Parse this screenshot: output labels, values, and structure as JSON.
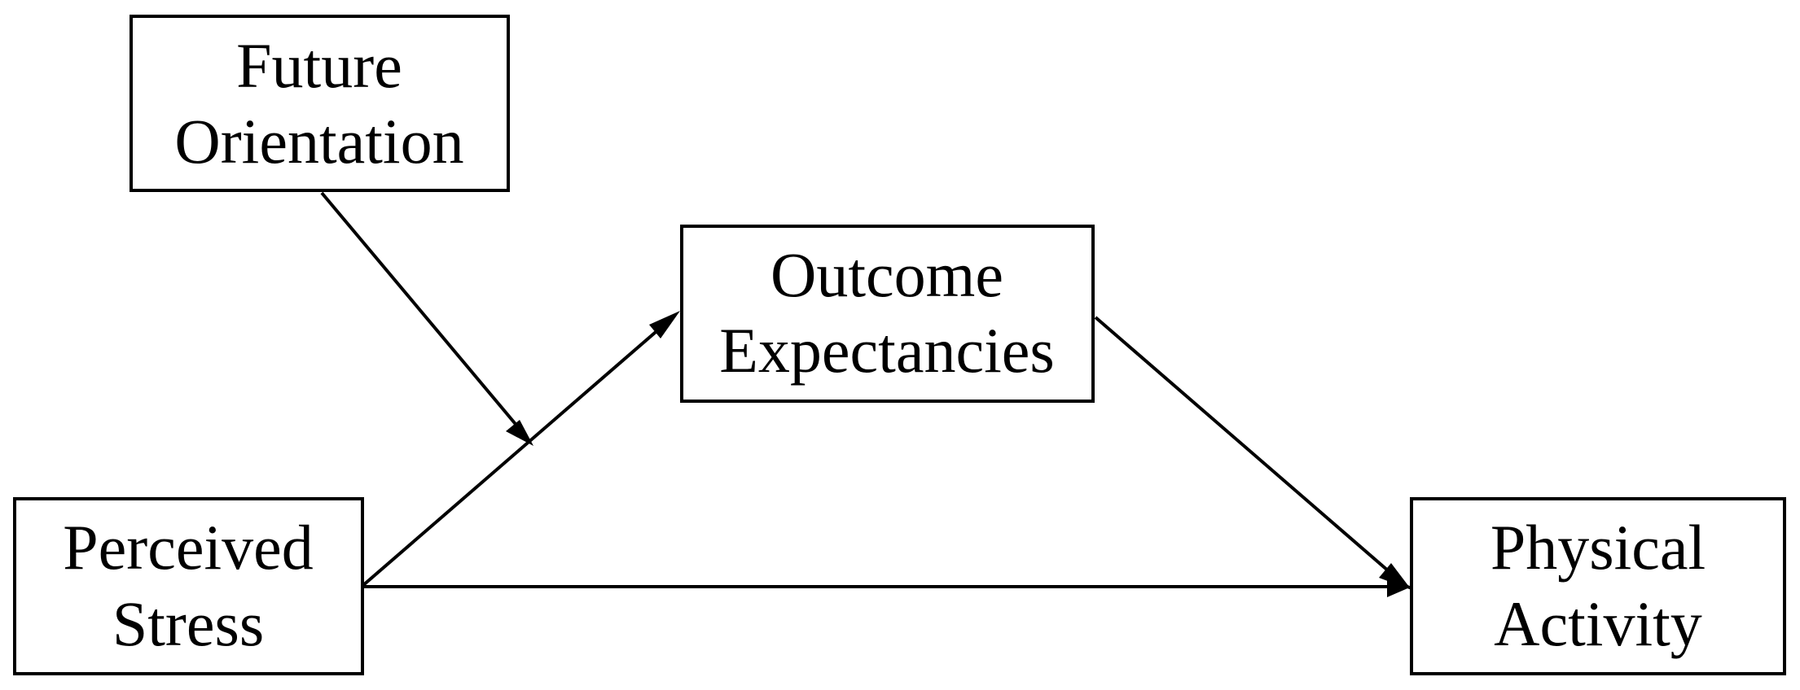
{
  "nodes": {
    "future_orientation": {
      "line1": "Future",
      "line2": "Orientation"
    },
    "outcome_expectancies": {
      "line1": "Outcome",
      "line2": "Expectancies"
    },
    "perceived_stress": {
      "line1": "Perceived",
      "line2": "Stress"
    },
    "physical_activity": {
      "line1": "Physical",
      "line2": "Activity"
    }
  },
  "colors": {
    "stroke": "#000000",
    "background": "#ffffff"
  }
}
